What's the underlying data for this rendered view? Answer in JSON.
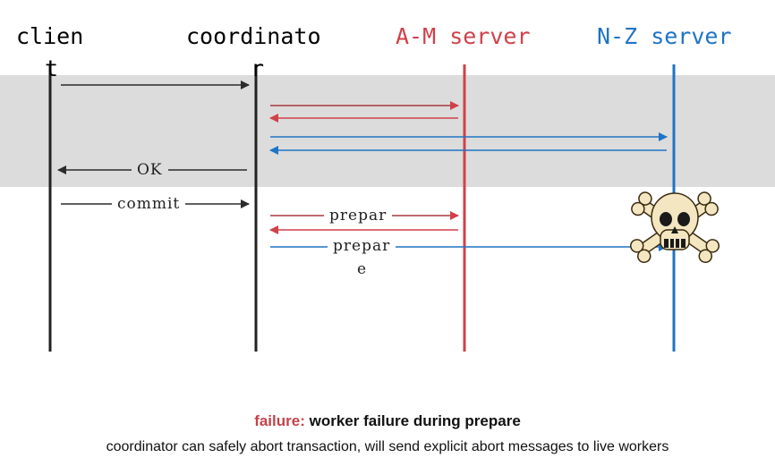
{
  "participants": {
    "client": {
      "line1": "clien",
      "line2": "t",
      "color": "#111111"
    },
    "coordinator": {
      "line1": "coordinato",
      "line2": "r",
      "color": "#111111"
    },
    "am_server": {
      "label": "A-M server",
      "color": "#d0414a"
    },
    "nz_server": {
      "label": "N-Z server",
      "color": "#1f74c4"
    }
  },
  "messages": {
    "ok": "OK",
    "commit": "commit",
    "prepare_am": "prepar",
    "prepare_nz_line1": "prepar",
    "prepare_nz_line2": "e"
  },
  "failure_icon": "skull-crossbones-icon",
  "caption": {
    "label": "failure:",
    "title": "worker failure during prepare",
    "detail": "coordinator can safely abort transaction, will send explicit abort messages to live workers"
  },
  "colors": {
    "band": "#dcdcdc",
    "arrow_black": "#2b2b2b",
    "arrow_red": "#d0414a",
    "arrow_blue": "#1f74c4"
  }
}
